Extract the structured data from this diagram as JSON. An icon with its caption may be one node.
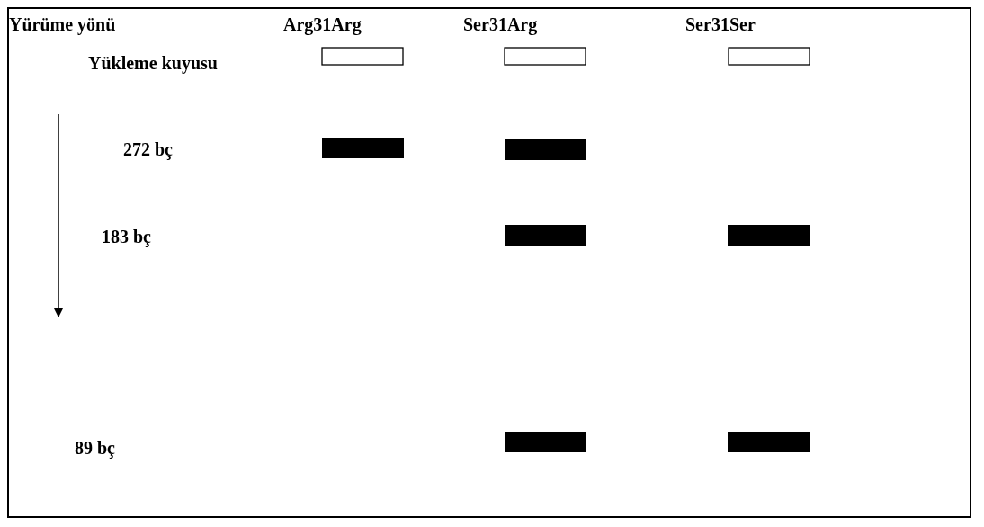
{
  "diagram": {
    "nodes": [
      {
        "text": [],
        "shape": "box"
      },
      {
        "text": [],
        "shape": "box"
      },
      {
        "text": [],
        "shape": "box"
      },
      {
        "text": [],
        "shape": "bar"
      },
      {
        "text": [],
        "shape": "bar"
      },
      {
        "text": [],
        "shape": "bar"
      },
      {
        "text": [],
        "shape": "bar"
      },
      {
        "text": [],
        "shape": "bar"
      },
      {
        "text": [],
        "shape": "bar"
      }
    ],
    "labels": [
      "Yürüme yönü",
      "Arg31Arg",
      "Ser31Arg",
      "Ser31Ser",
      "Yükleme kuyusu",
      "272 bç",
      "183 bç",
      "89 bç"
    ]
  }
}
